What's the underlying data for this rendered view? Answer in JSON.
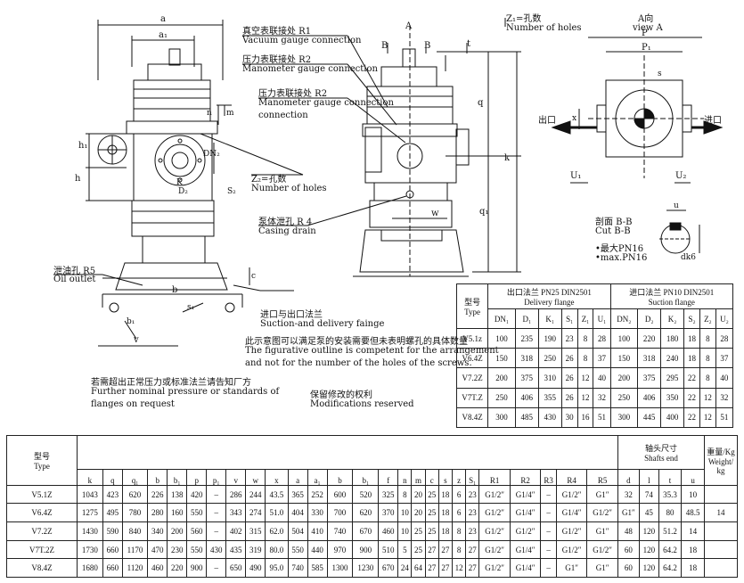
{
  "labels": {
    "r1_cn": "真空表联接处 R1",
    "r1_en": "Vacuum gauge connection",
    "r2a_cn": "压力表联接处 R2",
    "r2a_en": "Manometer gauge connection",
    "r2b_cn": "压力表联接处 R2",
    "r2b_en1": "Manometer gauge connection",
    "r2b_en2": "connection",
    "z2_cn": "Z₂=孔数",
    "z2_en": "Number of holes",
    "r4_cn": "泵体泄孔 R 4",
    "r4_en": "Casing drain",
    "r5_cn": "泄油孔 R5",
    "r5_en": "Oil outlet",
    "suction_cn": "进口与出口法兰",
    "suction_en": "Suction-and delivery fainge",
    "fig_cn": "此示意图可以满足泵的安装需要但未表明螺孔的具体数量",
    "fig_en1": "The figurative outline is competent for the arrangement",
    "fig_en2": "and not for the number of the holes of the screws.",
    "req_cn": "若需超出正常压力或标准法兰请告知厂方",
    "req_en1": "Further nominal pressure or standards of",
    "req_en2": "flanges on request",
    "mod_cn": "保留修改的权利",
    "mod_en": "Modifications reserved",
    "z1_cn": "Z₁=孔数",
    "z1_en": "Number of holes",
    "viewa_cn": "A向",
    "viewa_en": "view A",
    "outlet_cn": "出口",
    "inlet_cn": "进口",
    "cut_cn": "剖面 B-B",
    "cut_en": "Cut B-B",
    "max_cn": "•最大PN16",
    "max_en": "•max.PN16",
    "dim_a": "a",
    "dim_a1": "a₁",
    "dim_b": "b",
    "dim_v": "v",
    "dim_h": "h",
    "dim_h1": "h₁",
    "dim_q": "q",
    "dim_q1": "q₁",
    "dim_k": "k",
    "dim_w": "w",
    "dim_n": "n",
    "dim_m": "m",
    "dim_c": "c",
    "dim_P": "P",
    "dim_P1": "P₁",
    "dim_s": "s",
    "dim_x": "x",
    "dim_U1": "U₁",
    "dim_U2": "U₂",
    "dim_u": "u",
    "dim_dk6": "dk6",
    "dim_t": "t",
    "dim_DN2": "DN₂",
    "dim_K": "K",
    "dim_D2": "D₂",
    "dim_S2": "S₂",
    "dim_b1": "b₁",
    "dim_s1": "s₁",
    "dim_A": "A",
    "dim_B": "B"
  },
  "flange_table": {
    "type_cn": "型号",
    "type_en": "Type",
    "delivery_title": "出口法兰 PN25 DIN2501",
    "delivery_en": "Delivery flange",
    "suction_title": "进口法兰 PN10 DIN2501",
    "suction_en": "Suction flange",
    "columns": [
      "DN₁",
      "D₁",
      "K₁",
      "S₁",
      "Z₁",
      "U₁",
      "DN₂",
      "D₂",
      "K₂",
      "S₂",
      "Z₂",
      "U₂"
    ],
    "rows": [
      {
        "type": "V5.1z",
        "values": [
          "100",
          "235",
          "190",
          "23",
          "8",
          "28",
          "100",
          "220",
          "180",
          "18",
          "8",
          "28"
        ]
      },
      {
        "type": "V6.4Z",
        "values": [
          "150",
          "318",
          "250",
          "26",
          "8",
          "37",
          "150",
          "318",
          "240",
          "18",
          "8",
          "37"
        ]
      },
      {
        "type": "V7.2Z",
        "values": [
          "200",
          "375",
          "310",
          "26",
          "12",
          "40",
          "200",
          "375",
          "295",
          "22",
          "8",
          "40"
        ]
      },
      {
        "type": "V7T.Z",
        "values": [
          "250",
          "406",
          "355",
          "26",
          "12",
          "32",
          "250",
          "406",
          "350",
          "22",
          "12",
          "32"
        ]
      },
      {
        "type": "V8.4Z",
        "values": [
          "300",
          "485",
          "430",
          "30",
          "16",
          "51",
          "300",
          "445",
          "400",
          "22",
          "12",
          "51"
        ]
      }
    ]
  },
  "main_table": {
    "type_cn": "型号",
    "type_en": "Type",
    "shaft_cn": "轴头尺寸",
    "shaft_en": "Shafts end",
    "weight_cn": "重量/Kg",
    "weight_en1": "Weight/",
    "weight_en2": "kg",
    "columns": [
      "k",
      "q",
      "q₁",
      "b",
      "b₁",
      "p",
      "p₁",
      "v",
      "w",
      "x",
      "a",
      "a₁",
      "b",
      "b₁",
      "f",
      "n",
      "m",
      "c",
      "s",
      "z",
      "S₁",
      "R1",
      "R2",
      "R3",
      "R4",
      "R5",
      "d",
      "l",
      "t",
      "u"
    ],
    "rows": [
      {
        "type": "V5.1Z",
        "values": [
          "1043",
          "423",
          "620",
          "226",
          "138",
          "420",
          "–",
          "286",
          "244",
          "43.5",
          "365",
          "252",
          "600",
          "520",
          "325",
          "8",
          "20",
          "25",
          "18",
          "6",
          "23",
          "G1/2″",
          "G1/4″",
          "–",
          "G1/2″",
          "G1″",
          "32",
          "74",
          "35.3",
          "10"
        ]
      },
      {
        "type": "V6.4Z",
        "values": [
          "1275",
          "495",
          "780",
          "280",
          "160",
          "550",
          "–",
          "343",
          "274",
          "51.0",
          "404",
          "330",
          "700",
          "620",
          "370",
          "10",
          "20",
          "25",
          "18",
          "6",
          "23",
          "G1/2″",
          "G1/4″",
          "–",
          "G1/4″",
          "G1/2″",
          "G1″",
          "45",
          "80",
          "48.5",
          "14"
        ]
      },
      {
        "type": "V7.2Z",
        "values": [
          "1430",
          "590",
          "840",
          "340",
          "200",
          "560",
          "–",
          "402",
          "315",
          "62.0",
          "504",
          "410",
          "740",
          "670",
          "460",
          "10",
          "25",
          "25",
          "18",
          "8",
          "23",
          "G1/2″",
          "G1/2″",
          "–",
          "G1/2″",
          "G1″",
          "48",
          "120",
          "51.2",
          "14"
        ]
      },
      {
        "type": "V7T.2Z",
        "values": [
          "1730",
          "660",
          "1170",
          "470",
          "230",
          "550",
          "430",
          "435",
          "319",
          "80.0",
          "550",
          "440",
          "970",
          "900",
          "510",
          "5",
          "25",
          "27",
          "27",
          "8",
          "27",
          "G1/2″",
          "G1/4″",
          "–",
          "G1/2″",
          "G1/2″",
          "60",
          "120",
          "64.2",
          "18"
        ]
      },
      {
        "type": "V8.4Z",
        "values": [
          "1680",
          "660",
          "1120",
          "460",
          "220",
          "900",
          "–",
          "650",
          "490",
          "95.0",
          "740",
          "585",
          "1300",
          "1230",
          "670",
          "24",
          "64",
          "27",
          "27",
          "12",
          "27",
          "G1/2″",
          "G1/4″",
          "–",
          "G1″",
          "G1″",
          "60",
          "120",
          "64.2",
          "18"
        ]
      }
    ]
  }
}
